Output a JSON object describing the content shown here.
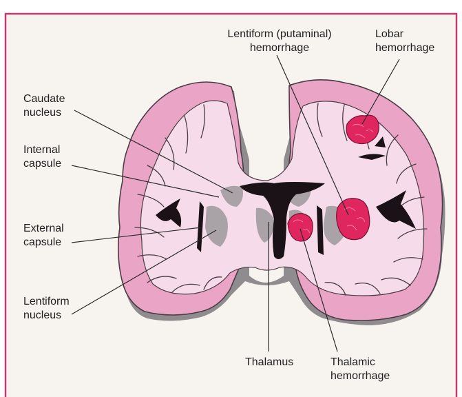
{
  "colors": {
    "frame": "#c43a6e",
    "paper": "#f7f4ef",
    "outline": "#4a3b44",
    "cortex": "#eaa5c6",
    "white_matter": "#f6dcea",
    "deep_gray": "#a9a3a8",
    "ventricle": "#1a1216",
    "shadow": "#8e8c8e",
    "hemorrhage": "#e0265e",
    "leader": "#2a2a2a"
  },
  "labels": {
    "lentiform_hemorrhage": [
      "Lentiform (putaminal)",
      "hemorrhage"
    ],
    "lobar_hemorrhage": [
      "Lobar",
      "hemorrhage"
    ],
    "caudate_nucleus": [
      "Caudate",
      "nucleus"
    ],
    "internal_capsule": [
      "Internal",
      "capsule"
    ],
    "external_capsule": [
      "External",
      "capsule"
    ],
    "lentiform_nucleus": [
      "Lentiform",
      "nucleus"
    ],
    "thalamus": [
      "Thalamus"
    ],
    "thalamic_hemorrhage": [
      "Thalamic",
      "hemorrhage"
    ]
  }
}
